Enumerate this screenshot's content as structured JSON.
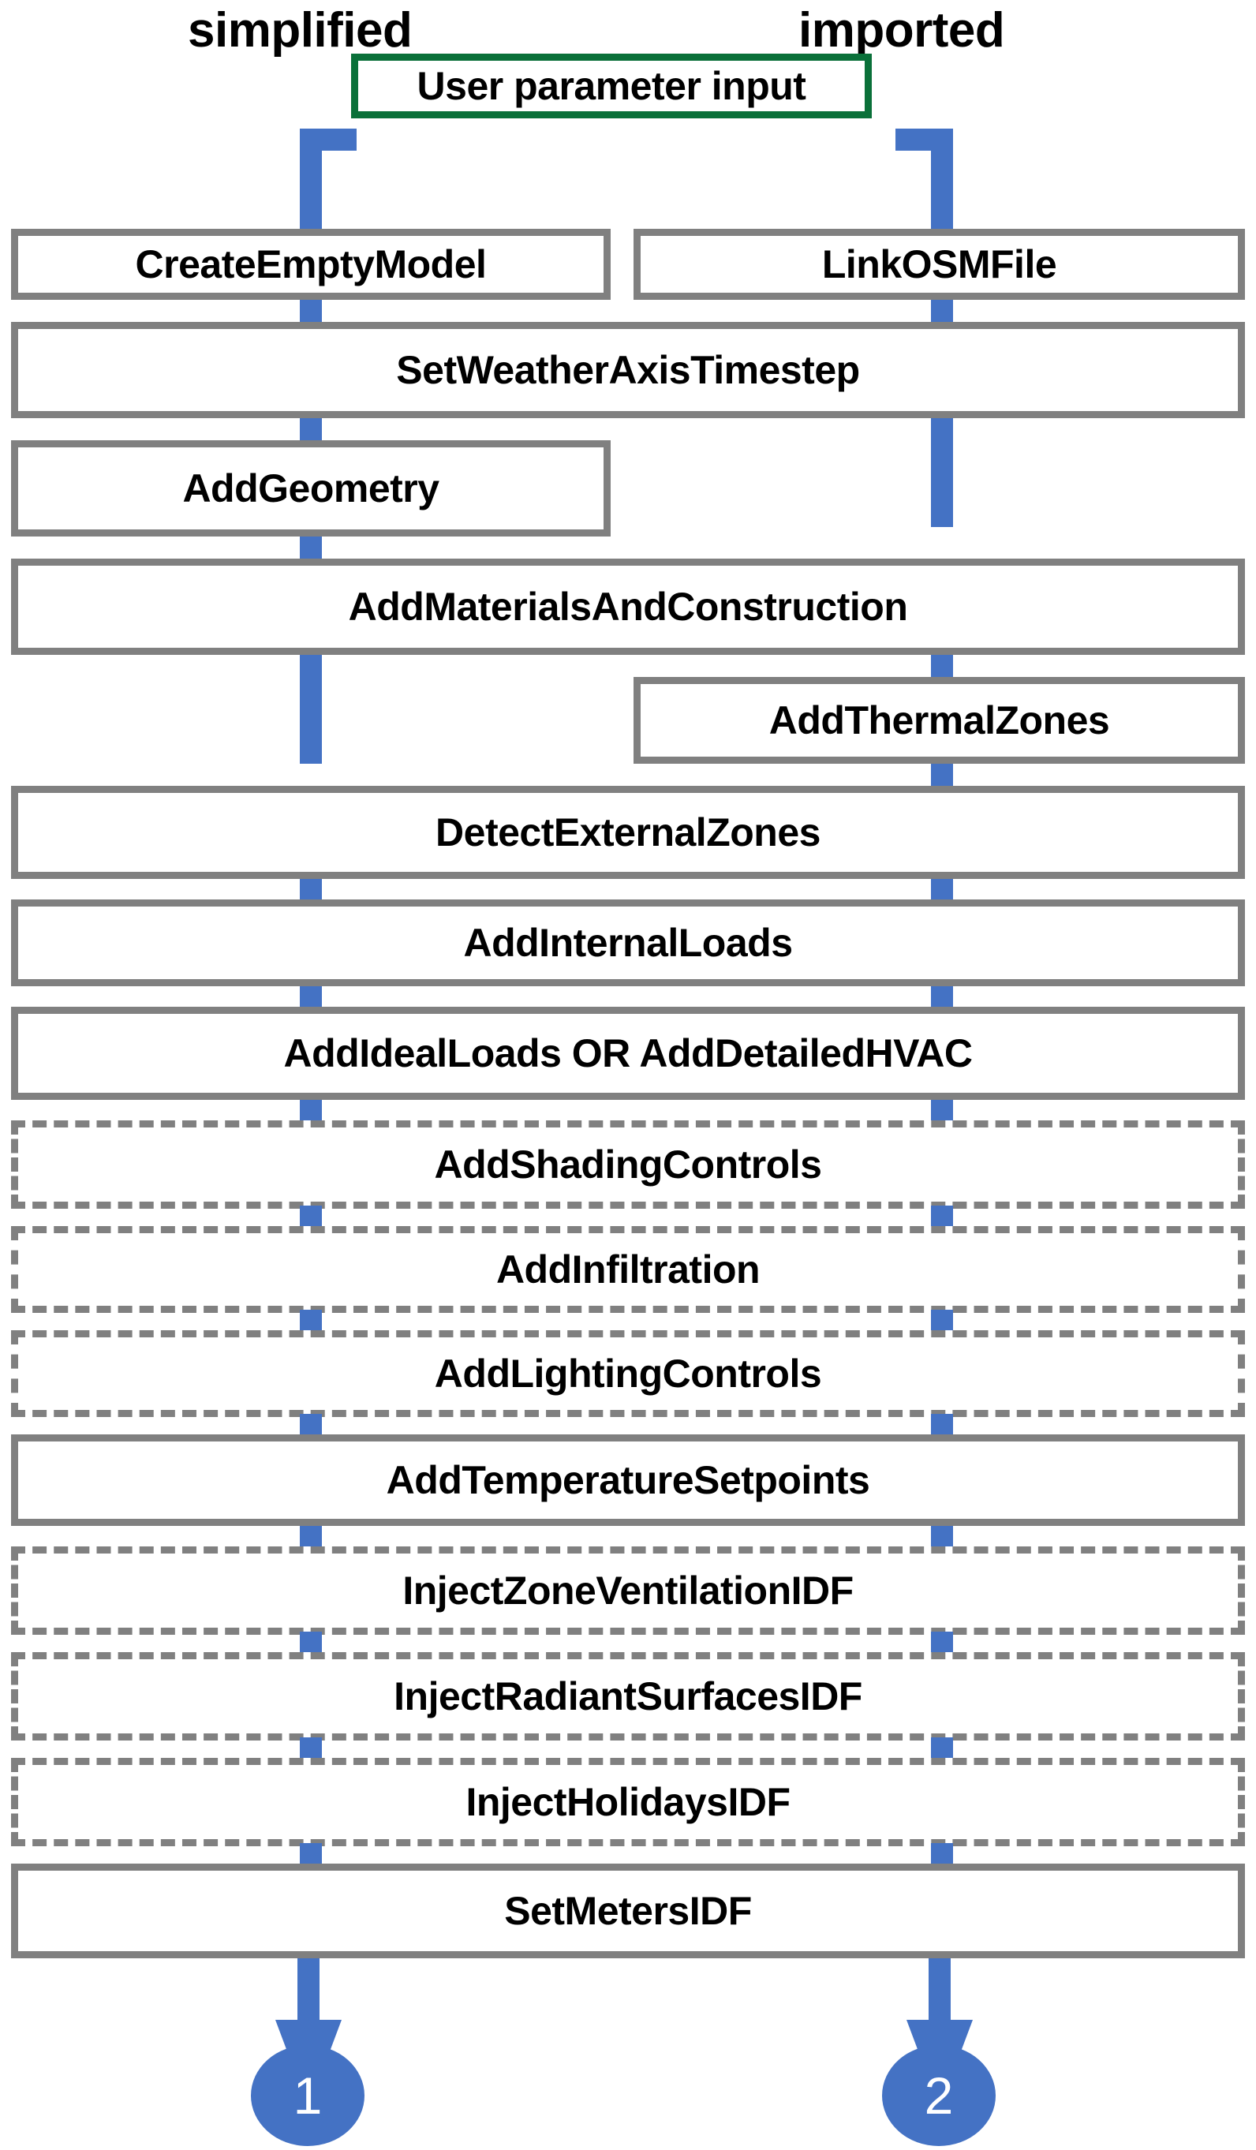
{
  "headers": [
    {
      "label": "simplified"
    },
    {
      "label": "imported"
    }
  ],
  "colors": {
    "connector_blue": "#4472C4",
    "box_border_gray": "#808080",
    "input_border_green": "#0A7039",
    "text_black": "#000000",
    "background_white": "#FFFFFF"
  },
  "nodes": [
    {
      "id": "user-parameter-input",
      "label": "User parameter input",
      "style": "solid-green"
    },
    {
      "id": "create-empty-model",
      "label": "CreateEmptyModel",
      "style": "solid-gray"
    },
    {
      "id": "link-osm-file",
      "label": "LinkOSMFile",
      "style": "solid-gray"
    },
    {
      "id": "set-weather-axis-timestep",
      "label": "SetWeatherAxisTimestep",
      "style": "solid-gray"
    },
    {
      "id": "add-geometry",
      "label": "AddGeometry",
      "style": "solid-gray"
    },
    {
      "id": "add-materials-and-construction",
      "label": "AddMaterialsAndConstruction",
      "style": "solid-gray"
    },
    {
      "id": "add-thermal-zones",
      "label": "AddThermalZones",
      "style": "solid-gray"
    },
    {
      "id": "detect-external-zones",
      "label": "DetectExternalZones",
      "style": "solid-gray"
    },
    {
      "id": "add-internal-loads",
      "label": "AddInternalLoads",
      "style": "solid-gray"
    },
    {
      "id": "add-ideal-loads-or-add-detailed-hvac",
      "label": "AddIdealLoads OR AddDetailedHVAC",
      "style": "solid-gray"
    },
    {
      "id": "add-shading-controls",
      "label": "AddShadingControls",
      "style": "dashed-gray"
    },
    {
      "id": "add-infiltration",
      "label": "AddInfiltration",
      "style": "dashed-gray"
    },
    {
      "id": "add-lighting-controls",
      "label": "AddLightingControls",
      "style": "dashed-gray"
    },
    {
      "id": "add-temperature-setpoints",
      "label": "AddTemperatureSetpoints",
      "style": "solid-gray"
    },
    {
      "id": "inject-zone-ventilation-idf",
      "label": "InjectZoneVentilationIDF",
      "style": "dashed-gray"
    },
    {
      "id": "inject-radiant-surfaces-idf",
      "label": "InjectRadiantSurfacesIDF",
      "style": "dashed-gray"
    },
    {
      "id": "inject-holidays-idf",
      "label": "InjectHolidaysIDF",
      "style": "dashed-gray"
    },
    {
      "id": "set-meters-idf",
      "label": "SetMetersIDF",
      "style": "solid-gray"
    }
  ],
  "terminators": [
    {
      "id": "terminator-1",
      "label": "1"
    },
    {
      "id": "terminator-2",
      "label": "2"
    }
  ]
}
